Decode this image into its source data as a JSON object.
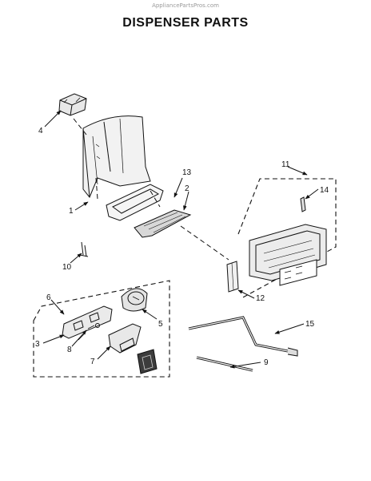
{
  "watermark": "AppliancePartsPros.com",
  "title": "DISPENSER PARTS",
  "callouts": [
    "1",
    "2",
    "3",
    "4",
    "5",
    "6",
    "7",
    "8",
    "9",
    "10",
    "11",
    "12",
    "13",
    "14",
    "15"
  ]
}
